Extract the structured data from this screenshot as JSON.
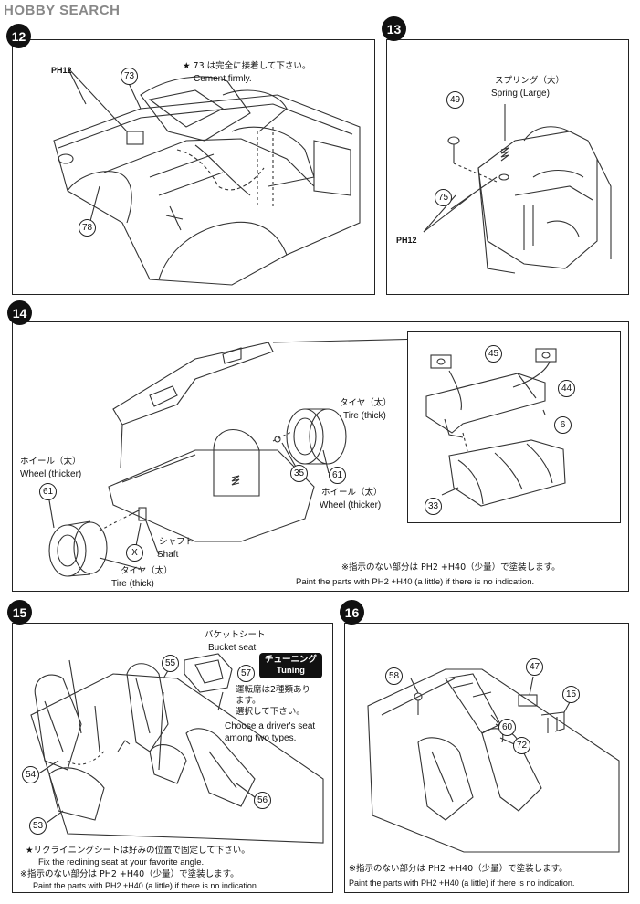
{
  "watermark": {
    "brand": "HOBBY SEARCH",
    "sub": ""
  },
  "step12": {
    "badge": "12",
    "parts": {
      "p73": "73",
      "p78": "78"
    },
    "paint_code": "PH12",
    "note_jp": "★ 73 は完全に接着して下さい。",
    "note_en": "Cement firmly."
  },
  "step13": {
    "badge": "13",
    "label_jp": "スプリング（大）",
    "label_en": "Spring (Large)",
    "parts": {
      "p49": "49",
      "p75": "75"
    },
    "paint_code": "PH12"
  },
  "step14": {
    "badge": "14",
    "tire_thick_jp": "タイヤ（太）",
    "tire_thick_en": "Tire (thick)",
    "wheel_thicker_jp": "ホイール（太）",
    "wheel_thicker_en": "Wheel (thicker)",
    "shaft_jp": "シャフト",
    "shaft_en": "Shaft",
    "shaft_part": "X",
    "parts": {
      "p61a": "61",
      "p61b": "61",
      "p35": "35",
      "p45": "45",
      "p44": "44",
      "p6": "6",
      "p33": "33"
    },
    "paint_note_jp": "※指示のない部分は PH2 +H40（少量）で塗装します。",
    "paint_note_en": "Paint the parts with PH2 +H40 (a little) if there is no indication."
  },
  "step15": {
    "badge": "15",
    "bucket_jp": "バケットシート",
    "bucket_en": "Bucket seat",
    "tuning_jp": "チューニング",
    "tuning_en": "Tuning",
    "driver_jp1": "運転席は2種類あり",
    "driver_jp2": "ます。",
    "driver_jp3": "選択して下さい。",
    "driver_en1": "Choose a driver's seat",
    "driver_en2": "among two types.",
    "parts": {
      "p55": "55",
      "p57": "57",
      "p54": "54",
      "p53": "53",
      "p56": "56"
    },
    "recline_jp": "★リクライニングシートは好みの位置で固定して下さい。",
    "recline_en": "Fix the reclining seat at your favorite angle.",
    "paint_note_jp": "※指示のない部分は PH2 +H40（少量）で塗装します。",
    "paint_note_en": "Paint the parts with PH2 +H40 (a little) if there is no indication."
  },
  "step16": {
    "badge": "16",
    "parts": {
      "p47": "47",
      "p58": "58",
      "p15": "15",
      "p60": "60",
      "p72": "72"
    },
    "paint_note_jp": "※指示のない部分は PH2 +H40（少量）で塗装します。",
    "paint_note_en": "Paint the parts with PH2 +H40 (a little) if there is no indication."
  }
}
